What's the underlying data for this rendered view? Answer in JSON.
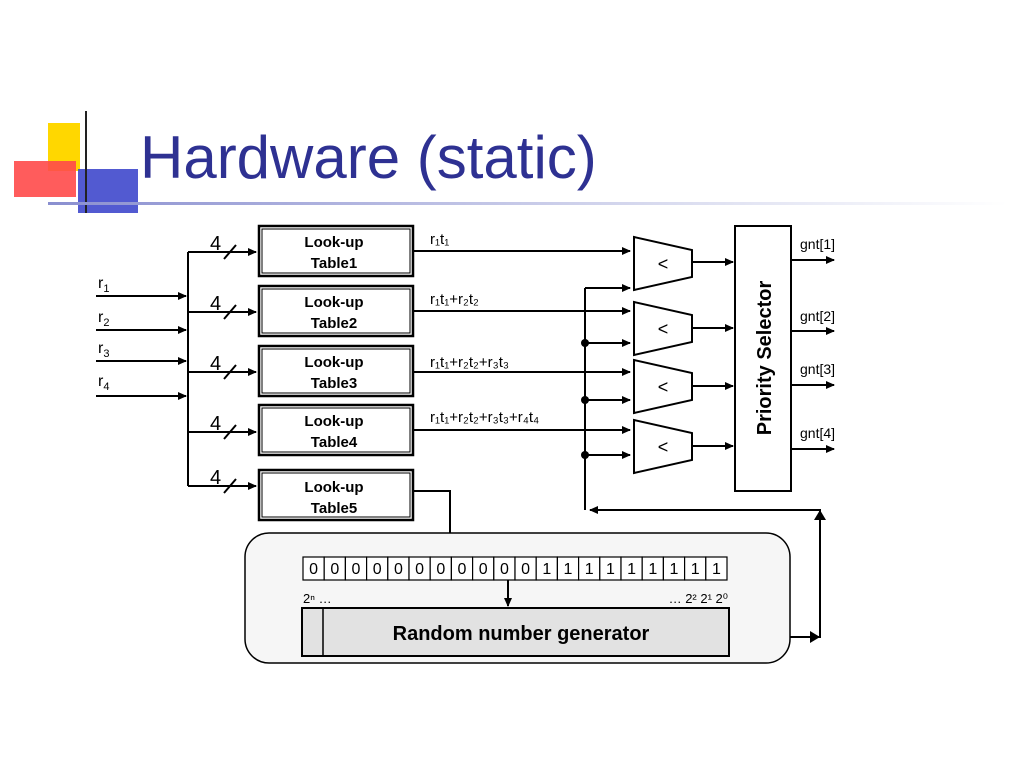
{
  "slide": {
    "title": "Hardware (static)",
    "title_color": "#2e3192",
    "accent_colors": {
      "yellow": "#ffd700",
      "red": "#ff4a4a",
      "blue": "#3f48cc"
    }
  },
  "diagram": {
    "inputs": [
      {
        "name": "r",
        "sub": "1"
      },
      {
        "name": "r",
        "sub": "2"
      },
      {
        "name": "r",
        "sub": "3"
      },
      {
        "name": "r",
        "sub": "4"
      }
    ],
    "bus_width": "4",
    "tables": [
      {
        "line1": "Look-up",
        "line2": "Table1"
      },
      {
        "line1": "Look-up",
        "line2": "Table2"
      },
      {
        "line1": "Look-up",
        "line2": "Table3"
      },
      {
        "line1": "Look-up",
        "line2": "Table4"
      },
      {
        "line1": "Look-up",
        "line2": "Table5"
      }
    ],
    "sum_labels": [
      "r₁t₁",
      "r₁t₁+r₂t₂",
      "r₁t₁+r₂t₂+r₃t₃",
      "r₁t₁+r₂t₂+r₃t₃+r₄t₄"
    ],
    "comparator_symbol": "<",
    "priority_selector": "Priority Selector",
    "outputs": [
      "gnt[1]",
      "gnt[2]",
      "gnt[3]",
      "gnt[4]"
    ],
    "register_bits": [
      "0",
      "0",
      "0",
      "0",
      "0",
      "0",
      "0",
      "0",
      "0",
      "0",
      "0",
      "1",
      "1",
      "1",
      "1",
      "1",
      "1",
      "1",
      "1",
      "1"
    ],
    "register_left_label": "2ⁿ …",
    "register_right_label": "… 2² 2¹ 2⁰",
    "rng_label": "Random number generator"
  }
}
